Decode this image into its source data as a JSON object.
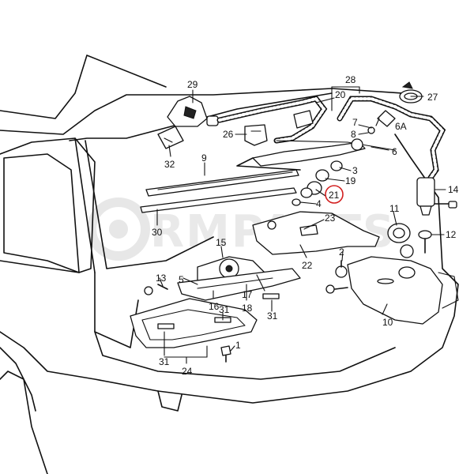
{
  "diagram": {
    "watermark": "RMPARTS",
    "highlight_color": "#d21f1f",
    "line_color": "#111111",
    "labels": [
      {
        "id": "29",
        "text": "29"
      },
      {
        "id": "28",
        "text": "28"
      },
      {
        "id": "20",
        "text": "20"
      },
      {
        "id": "27",
        "text": "27"
      },
      {
        "id": "26",
        "text": "26"
      },
      {
        "id": "7",
        "text": "7"
      },
      {
        "id": "6A",
        "text": "6A"
      },
      {
        "id": "8",
        "text": "8"
      },
      {
        "id": "6",
        "text": "6"
      },
      {
        "id": "32",
        "text": "32"
      },
      {
        "id": "9",
        "text": "9"
      },
      {
        "id": "3",
        "text": "3"
      },
      {
        "id": "19",
        "text": "19"
      },
      {
        "id": "21",
        "text": "21"
      },
      {
        "id": "4",
        "text": "4"
      },
      {
        "id": "14",
        "text": "14"
      },
      {
        "id": "30",
        "text": "30"
      },
      {
        "id": "23",
        "text": "23"
      },
      {
        "id": "11",
        "text": "11"
      },
      {
        "id": "12",
        "text": "12"
      },
      {
        "id": "15",
        "text": "15"
      },
      {
        "id": "22",
        "text": "22"
      },
      {
        "id": "2",
        "text": "2"
      },
      {
        "id": "13",
        "text": "13"
      },
      {
        "id": "5",
        "text": "5"
      },
      {
        "id": "16",
        "text": "16"
      },
      {
        "id": "17",
        "text": "17"
      },
      {
        "id": "18",
        "text": "18"
      },
      {
        "id": "31a",
        "text": "31"
      },
      {
        "id": "31b",
        "text": "31"
      },
      {
        "id": "1",
        "text": "1"
      },
      {
        "id": "10",
        "text": "10"
      },
      {
        "id": "31c",
        "text": "31"
      },
      {
        "id": "24",
        "text": "24"
      }
    ]
  }
}
